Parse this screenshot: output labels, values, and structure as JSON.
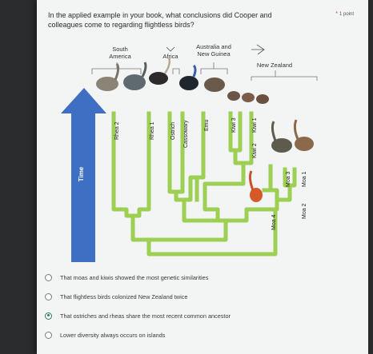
{
  "question": {
    "text": "In the applied example in your book, what conclusions did Cooper and colleagues come to regarding flightless birds?",
    "points_label": "1 point"
  },
  "figure": {
    "arrow_label": "Time",
    "regions": [
      "South America",
      "Africa",
      "Australia and New Guinea",
      "New Zealand"
    ],
    "taxa": [
      "Rhea 2",
      "Rhea 1",
      "Ostrich",
      "Cassowary",
      "Emu",
      "Kiwi 3",
      "Kiwi 2",
      "Kiwi 1",
      "Moa 4",
      "Moa 3",
      "Moa 2",
      "Moa 1"
    ]
  },
  "options": [
    {
      "label": "That moas and kiwis showed the most genetic similarities",
      "selected": false
    },
    {
      "label": "That flightless birds colonized New Zealand twice",
      "selected": false
    },
    {
      "label": "That ostriches and rheas share the most recent common ancestor",
      "selected": true
    },
    {
      "label": "Lower diversity always occurs on islands",
      "selected": false
    }
  ],
  "colors": {
    "tree": "#9ccf52",
    "arrow": "#3f6fc2",
    "selected": "#2a7a68"
  }
}
